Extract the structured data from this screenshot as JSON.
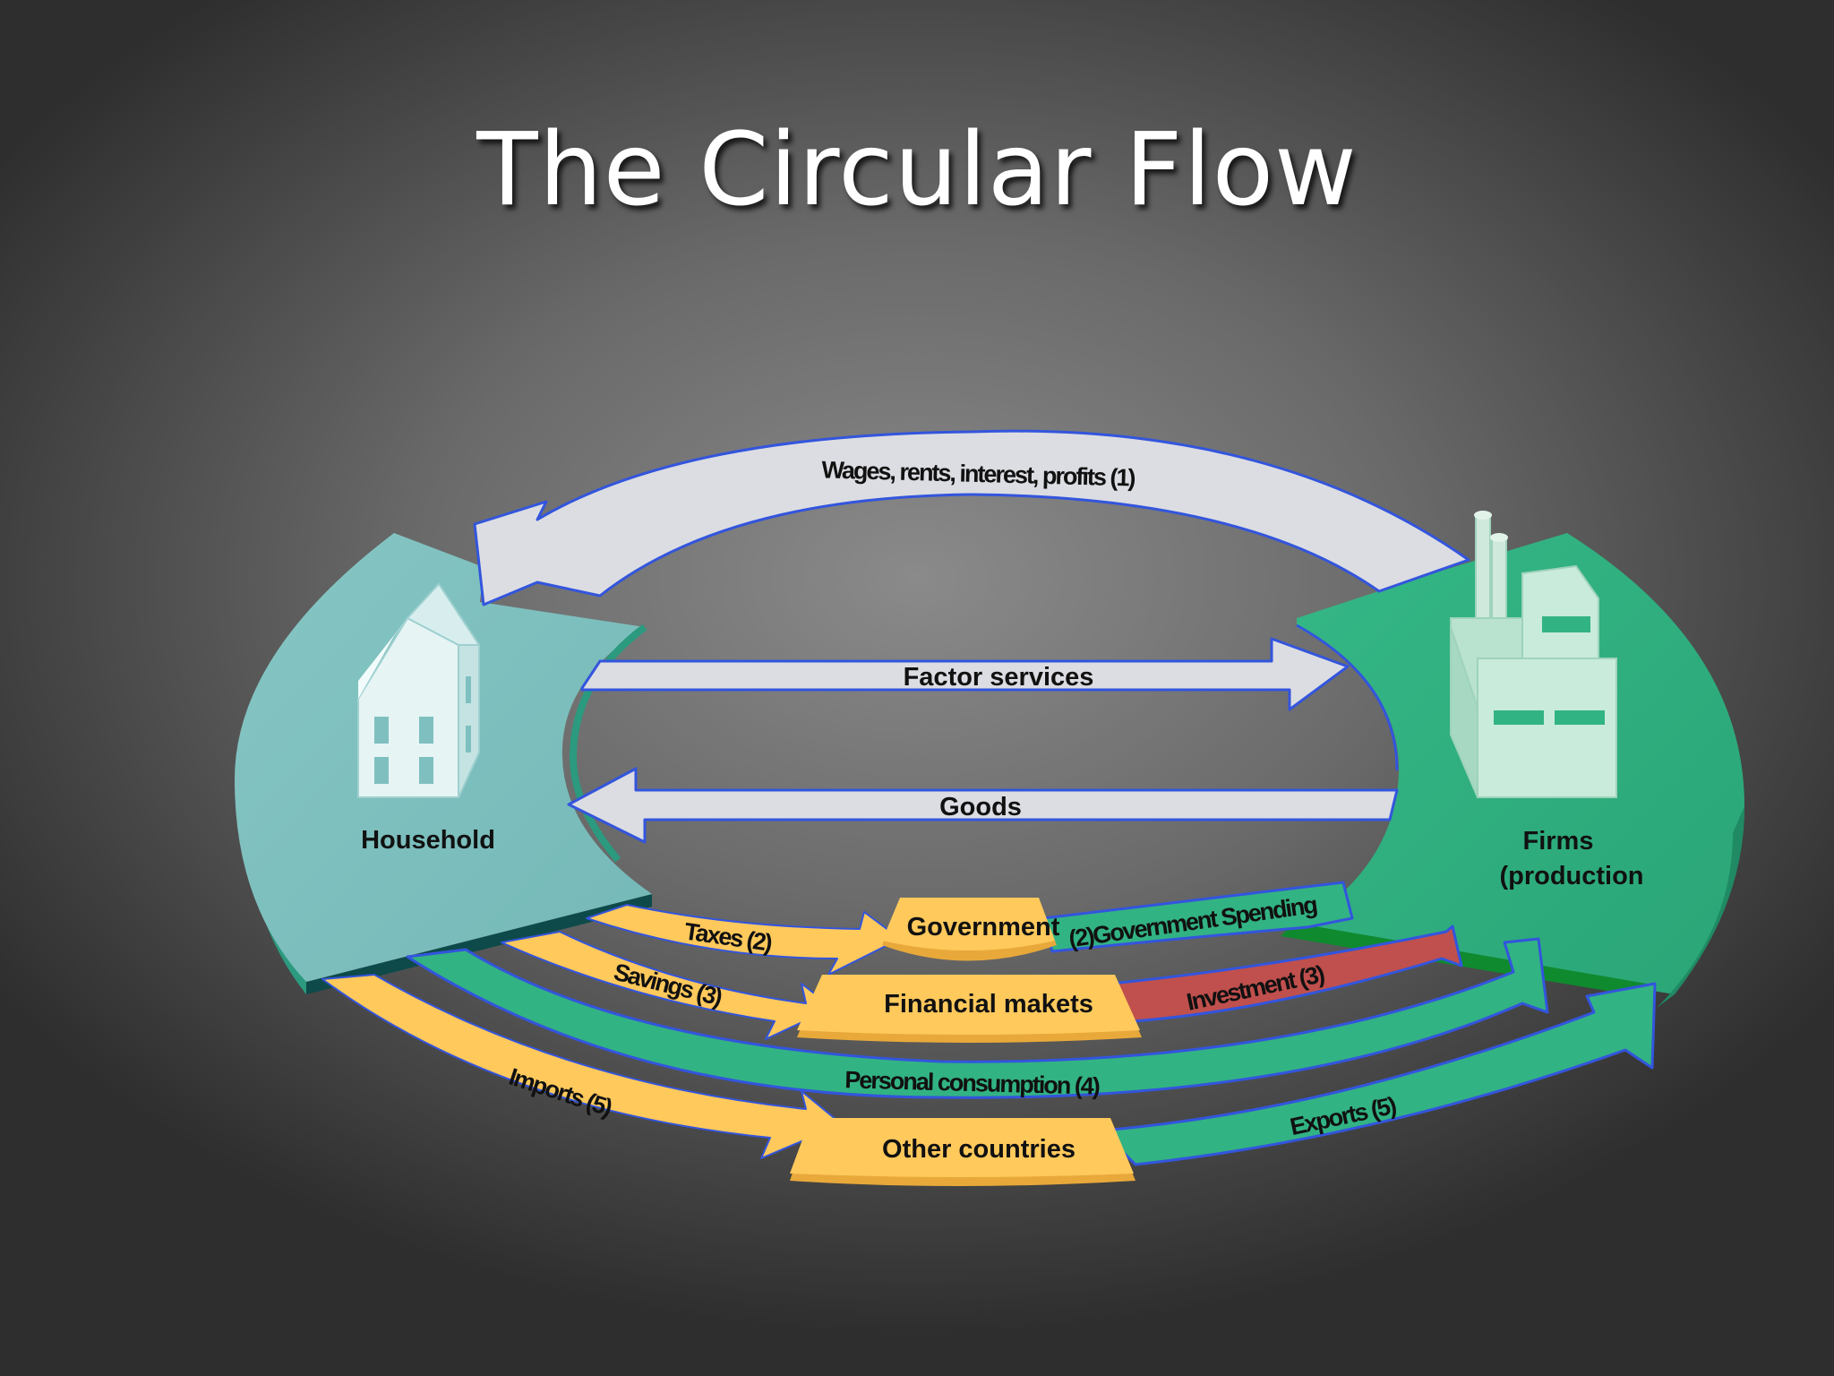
{
  "title": "The Circular Flow",
  "nodes": {
    "household": "Household",
    "firms_line1": "Firms",
    "firms_line2": "(production",
    "government": "Government",
    "financial_markets": "Financial makets",
    "other_countries": "Other countries"
  },
  "flows": {
    "wages": "Wages, rents, interest, profits (1)",
    "factor_services": "Factor services",
    "goods": "Goods",
    "taxes": "Taxes (2)",
    "government_spending": "(2)Government Spending",
    "savings": "Savings (3)",
    "investment": "Investment (3)",
    "personal_consumption": "Personal consumption (4)",
    "imports": "Imports (5)",
    "exports": "Exports (5)"
  },
  "colors": {
    "household": "#7fbfbf",
    "firms": "#32b383",
    "gray_flow": "#dcdde2",
    "yellow_flow": "#ffc95c",
    "green_flow": "#32b383",
    "red_flow": "#c0504d",
    "outline": "#3355dd"
  }
}
